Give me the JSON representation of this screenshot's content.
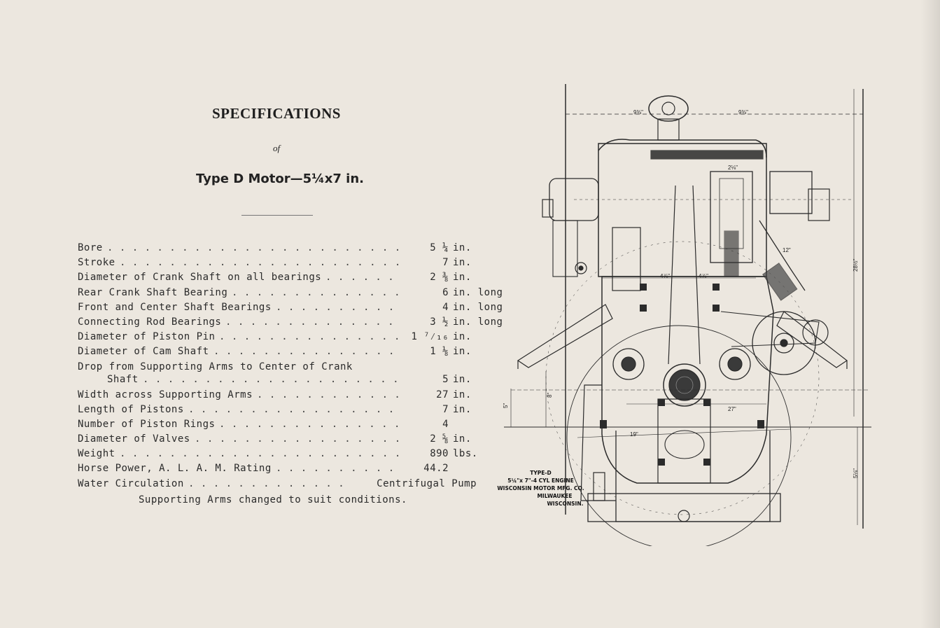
{
  "document": {
    "title": "SPECIFICATIONS",
    "of": "of",
    "subtitle": "Type D Motor—5¼x7 in.",
    "specs": [
      {
        "label": "Bore",
        "value": "5 ¼",
        "unit": "in."
      },
      {
        "label": "Stroke",
        "value": "7",
        "unit": "in."
      },
      {
        "label": "Diameter of Crank Shaft on all bearings",
        "value": "2 ⅜",
        "unit": "in."
      },
      {
        "label": "Rear Crank Shaft Bearing",
        "value": "6",
        "unit": "in. long"
      },
      {
        "label": "Front and Center Shaft Bearings",
        "value": "4",
        "unit": "in. long"
      },
      {
        "label": "Connecting Rod Bearings",
        "value": "3 ½",
        "unit": "in. long"
      },
      {
        "label": "Diameter of Piston Pin",
        "value": "1 ⁷⁄₁₆",
        "unit": "in."
      },
      {
        "label": "Diameter of Cam Shaft",
        "value": "1 ⅛",
        "unit": "in."
      },
      {
        "label": "Drop from Supporting Arms to Center of Crank",
        "label2": "Shaft",
        "value": "5",
        "unit": "in."
      },
      {
        "label": "Width across Supporting Arms",
        "value": "27",
        "unit": "in."
      },
      {
        "label": "Length of Pistons",
        "value": "7",
        "unit": "in."
      },
      {
        "label": "Number of Piston Rings",
        "value": "4",
        "unit": ""
      },
      {
        "label": "Diameter of Valves",
        "value": "2 ⅝",
        "unit": "in."
      },
      {
        "label": "Weight",
        "value": "890",
        "unit": "lbs."
      },
      {
        "label": "Horse Power, A. L. A. M. Rating",
        "value": "44.2",
        "unit": ""
      },
      {
        "label": "Water Circulation",
        "value": "Centrifugal Pump",
        "unit": ""
      }
    ],
    "note": "Supporting Arms changed to suit conditions."
  },
  "drawing": {
    "plate": [
      "TYPE-D",
      "5¼\"x 7\"-4 CYL ENGINE",
      "WISCONSIN MOTOR MFG. CO.",
      "MILWAUKEE",
      "WISCONSIN."
    ],
    "dimensions": {
      "top_left": "9⅜\"",
      "top_right": "9⅜\"",
      "small_top": "2⅛\"",
      "cyl_left": "4⅞\"",
      "cyl_right": "4⅞\"",
      "right_height": "28½\"",
      "lower_right": "5⅛\"",
      "left_5": "5\"",
      "left_8": "8\"",
      "width_27": "27\"",
      "width_19": "19\"",
      "diag_12": "12\""
    }
  }
}
